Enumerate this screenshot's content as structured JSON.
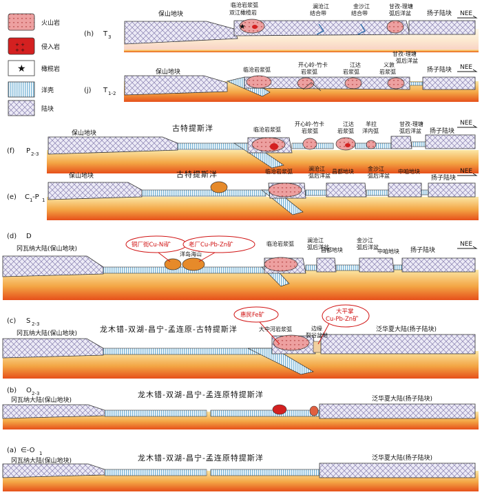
{
  "legend": [
    {
      "label": "火山岩",
      "icon": "volcanic-rock-swatch"
    },
    {
      "label": "侵入岩",
      "icon": "intrusive-rock-swatch"
    },
    {
      "label": "橄榄岩",
      "icon": "star-icon"
    },
    {
      "label": "洋壳",
      "icon": "oceanic-crust-swatch"
    },
    {
      "label": "陆块",
      "icon": "continental-block-swatch"
    }
  ],
  "colors": {
    "mantle_top": "#fbe6a5",
    "mantle_bottom": "#e6501a",
    "crust_fill": "#eceaf6",
    "ocean_stripe": "#7ab6d8",
    "volcanic": "#eda0a0",
    "intrusive": "#d42020",
    "callout": "#d01010",
    "orange_body": "#e68a2a"
  },
  "direction_label": "NEE",
  "panels": [
    {
      "id": "h",
      "stage_letter": "(h)",
      "stage_main": "T",
      "stage_sub": "3",
      "labels": [
        "保山地块",
        "临沧岩浆弧",
        "双江橄榄岩",
        "澜沧江",
        "结合带",
        "金沙江",
        "结合带",
        "甘孜-理塘",
        "弧后洋盆",
        "扬子陆块"
      ]
    },
    {
      "id": "j",
      "stage_letter": "(j)",
      "stage_main": "T",
      "stage_sub": "1-2",
      "labels": [
        "保山地块",
        "临沧岩浆弧",
        "开心岭-竹卡",
        "岩浆弧",
        "江达",
        "岩浆弧",
        "义敦",
        "岩浆弧",
        "甘孜-理塘",
        "弧后洋盆",
        "扬子陆块"
      ]
    },
    {
      "id": "f",
      "stage_letter": "(f)",
      "stage_main": "P",
      "stage_sub": "2-3",
      "ocean": "古特提斯洋",
      "labels": [
        "保山地块",
        "临沧岩浆弧",
        "开心岭-竹卡",
        "岩浆弧",
        "江达",
        "岩浆弧",
        "羊拉",
        "洋内弧",
        "甘孜-理塘",
        "弧后洋盆",
        "扬子陆块"
      ]
    },
    {
      "id": "e",
      "stage_letter": "(e)",
      "stage_main": "C",
      "stage_sub": "1",
      "stage_tail": "-P",
      "stage_tail_sub": "1",
      "ocean": "古特提斯洋",
      "labels": [
        "保山地块",
        "临沧岩浆弧",
        "澜沧江",
        "弧后洋盆",
        "昌都地块",
        "金沙江",
        "弧后洋盆",
        "中咱地块",
        "扬子陆块"
      ]
    },
    {
      "id": "d",
      "stage_letter": "(d)",
      "stage_main": "D",
      "labels": [
        "冈瓦纳大陆(保山地块)",
        "洋岛海山",
        "临沧岩浆弧",
        "澜沧江",
        "弧后洋盆",
        "昌都地块",
        "金沙江",
        "弧后洋盆",
        "中咱地块",
        "扬子陆块"
      ],
      "callouts": [
        "铜厂街Cu-Ni矿",
        "老厂Cu-Pb-Zn矿"
      ]
    },
    {
      "id": "c",
      "stage_letter": "(c)",
      "stage_main": "S",
      "stage_sub": "2-3",
      "ocean": "龙木错-双湖-昌宁-孟连原-古特提斯洋",
      "labels": [
        "冈瓦纳大陆(保山地块)",
        "大中河岩浆弧",
        "边缘",
        "裂谷盆地",
        "泛华夏大陆(扬子陆块)"
      ],
      "callouts": [
        "惠民Fe矿",
        "大平掌",
        "Cu-Pb-Zn矿"
      ]
    },
    {
      "id": "b",
      "stage_letter": "(b)",
      "stage_main": "O",
      "stage_sub": "2-3",
      "ocean": "龙木错-双湖-昌宁-孟连原特提斯洋",
      "labels": [
        "冈瓦纳大陆(保山地块)",
        "泛华夏大陆(扬子陆块)"
      ]
    },
    {
      "id": "a",
      "stage_letter": "(a)",
      "stage_main": "∈-O",
      "stage_sub": "1",
      "ocean": "龙木错-双湖-昌宁-孟连原特提斯洋",
      "labels": [
        "冈瓦纳大陆(保山地块)",
        "泛华夏大陆(扬子陆块)"
      ]
    }
  ]
}
